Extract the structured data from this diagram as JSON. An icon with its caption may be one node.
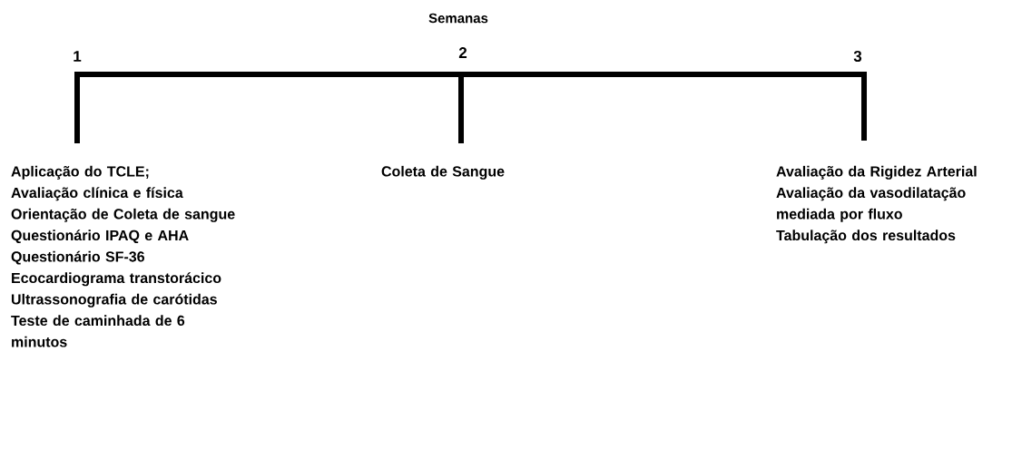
{
  "diagram": {
    "title": "Semanas",
    "labels": [
      "1",
      "2",
      "3",
      "Aplicação do TCLE;",
      "Avaliação clínica e física",
      "Orientação de Coleta de sangue",
      "Questionário IPAQ e AHA",
      "Questionário SF-36",
      "Ecocardiograma transtorácico",
      "Ultrassonografia de carótidas",
      "Teste de caminhada de 6 minutos",
      "Coleta de Sangue",
      "Avaliação da Rigidez Arterial",
      "Avaliação da vasodilatação mediada por fluxo",
      "Tabulação dos resultados"
    ]
  }
}
